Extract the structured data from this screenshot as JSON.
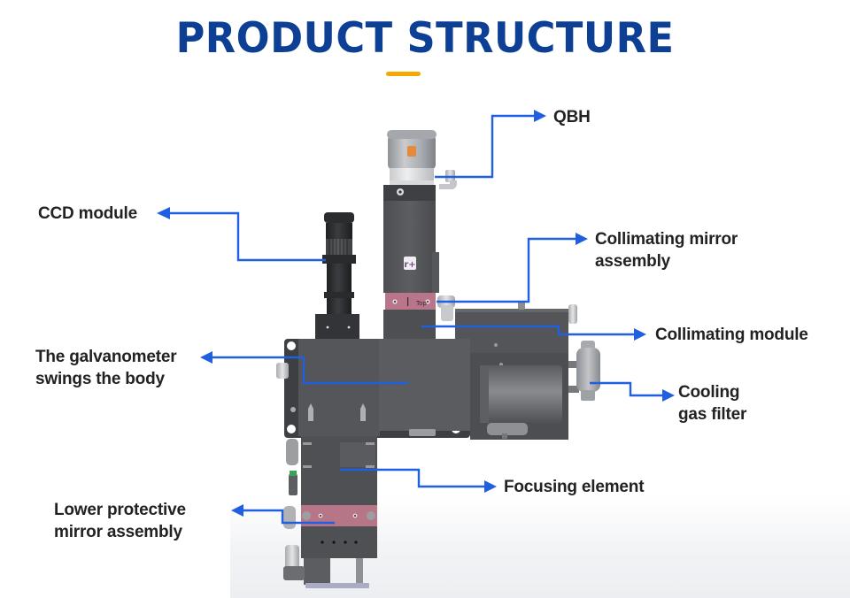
{
  "header": {
    "title": "PRODUCT STRUCTURE",
    "accent_color": "#f5a800",
    "title_color": "#0d3f94"
  },
  "callout_color": "#1f5fe0",
  "labels": {
    "qbh": {
      "lines": [
        "QBH"
      ]
    },
    "ccd_module": {
      "lines": [
        "CCD module"
      ]
    },
    "collimating_mirror": {
      "lines": [
        "Collimating mirror",
        "assembly"
      ]
    },
    "collimating_module": {
      "lines": [
        "Collimating module"
      ]
    },
    "galvanometer": {
      "lines": [
        "The galvanometer",
        "swings the body"
      ]
    },
    "cooling_gas_filter": {
      "lines": [
        "Cooling",
        "gas filter"
      ]
    },
    "focusing_element": {
      "lines": [
        "Focusing element"
      ]
    },
    "lower_protective_mirror": {
      "lines": [
        "Lower protective",
        "mirror assembly"
      ]
    }
  },
  "product": {
    "badge_text": "r+",
    "plate_text": "Top"
  }
}
